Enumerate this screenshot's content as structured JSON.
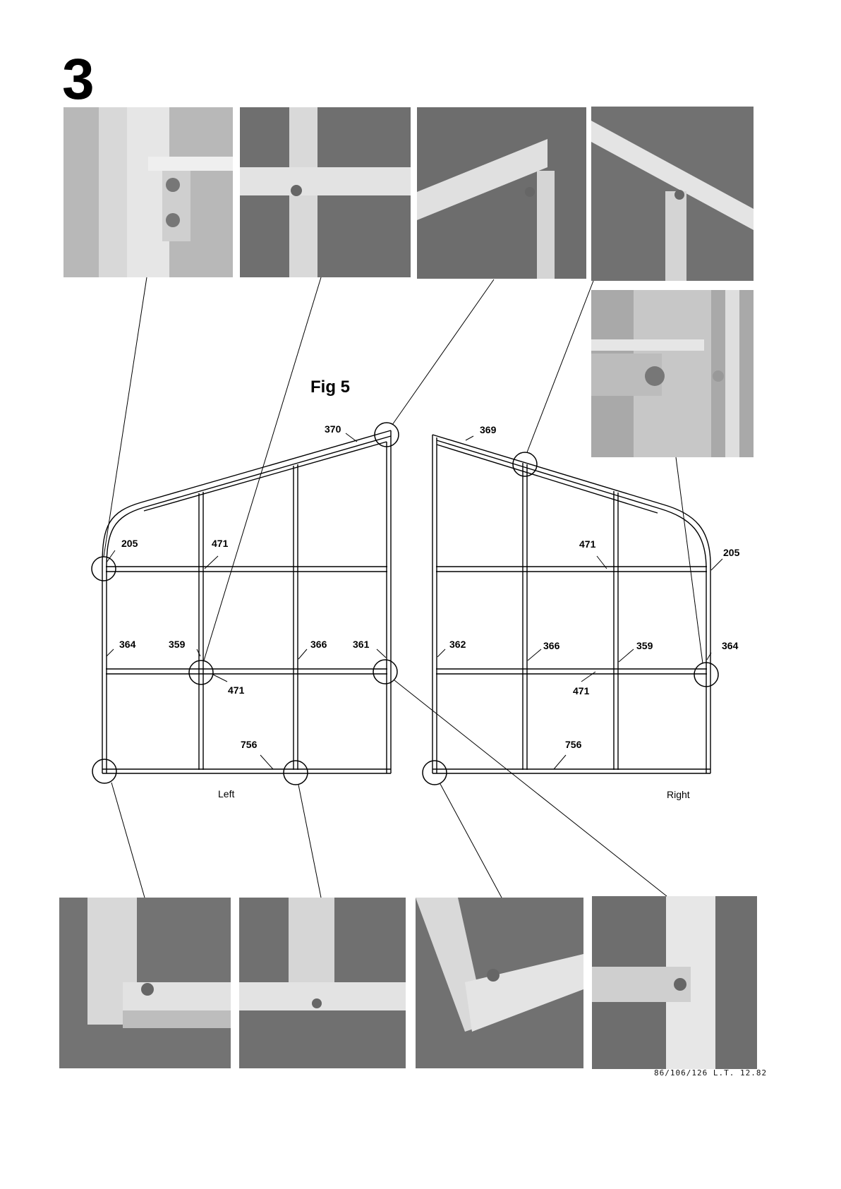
{
  "step_number": "3",
  "figure": {
    "title": "Fig 5",
    "left_panel_label": "Left",
    "right_panel_label": "Right"
  },
  "left_part_labels": [
    "370",
    "205",
    "471",
    "364",
    "359",
    "366",
    "361",
    "471",
    "756"
  ],
  "right_part_labels": [
    "369",
    "471",
    "205",
    "362",
    "366",
    "359",
    "364",
    "471",
    "756"
  ],
  "photos": {
    "top": [
      "corner-bolt-detail",
      "cross-bar-bolt-detail",
      "roof-apex-corner-detail",
      "roof-bar-joint-detail"
    ],
    "side": "side-bolt-closeup",
    "bottom": [
      "bottom-left-corner-detail",
      "bottom-center-joint-detail",
      "bottom-right-corner-detail",
      "mid-bar-joint-detail"
    ]
  },
  "footer_code": "86/106/126 L.T. 12.82"
}
